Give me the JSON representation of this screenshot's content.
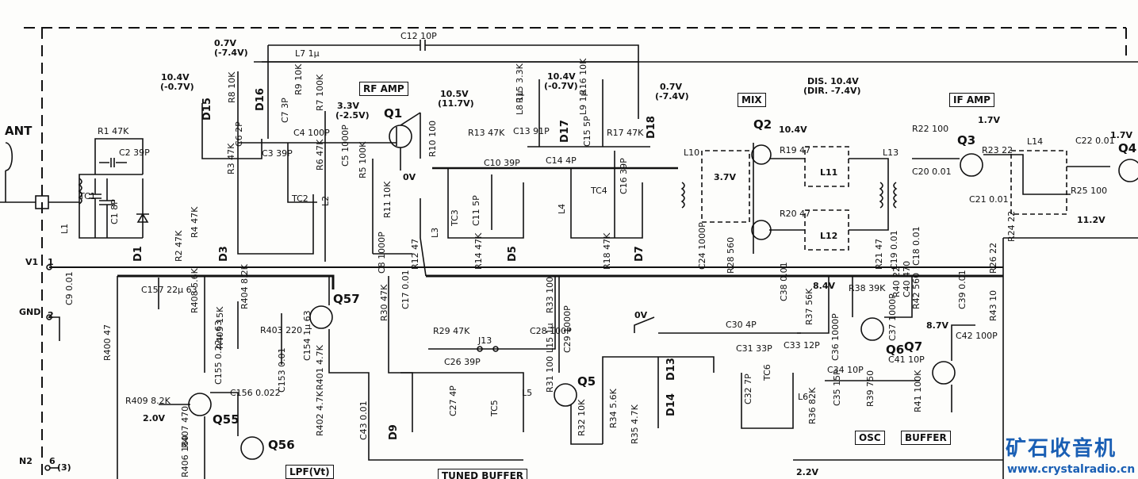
{
  "stage_labels": {
    "rf_amp": "RF AMP",
    "mix": "MIX",
    "if_amp": "IF AMP",
    "osc": "OSC",
    "buffer": "BUFFER",
    "lpf": "LPF(Vt)",
    "tuned_buffer": "TUNED BUFFER"
  },
  "ports": {
    "ant": "ANT",
    "v1": "V1",
    "v1_pin": "1",
    "gnd": "GND",
    "gnd_pin": "2",
    "n2": "N2",
    "n2_pin": "6",
    "n2_ref": "(3)"
  },
  "transistors": [
    "Q1",
    "Q2",
    "Q3",
    "Q4",
    "Q5",
    "Q6",
    "Q7",
    "Q55",
    "Q56",
    "Q57"
  ],
  "diodes": [
    "D1",
    "D3",
    "D5",
    "D7",
    "D9",
    "D13",
    "D14",
    "D15",
    "D16",
    "D17",
    "D18"
  ],
  "voltages": {
    "q1_drain": "10.5V",
    "q1_drain_dis": "(11.7V)",
    "q1_gate": "3.3V",
    "q1_gate_dis": "(-2.5V)",
    "d16_top": "0.7V",
    "d16_top_dis": "(-7.4V)",
    "d15_top": "10.4V",
    "d15_top_dis": "(-0.7V)",
    "d17_top": "10.4V",
    "d17_top_dis": "(-0.7V)",
    "d18_top": "0.7V",
    "d18_top_dis": "(-7.4V)",
    "dis_note": "DIS. 10.4V",
    "dir_note": "(DIR. -7.4V)",
    "q1_source": "0V",
    "mix_bias": "3.7V",
    "q2_v": "10.4V",
    "q3_v": "1.7V",
    "q4_v": "1.7V",
    "rail_11v": "11.2V",
    "q6_v": "8.4V",
    "q7_v": "8.7V",
    "osc_0v": "0V",
    "q55_v": "2.0V",
    "bottom_v": "2.2V"
  },
  "components": {
    "c12": "C12 10P",
    "l7": "L7 1μ",
    "r8": "R8 10K",
    "r9": "R9 10K",
    "r7": "R7 100K",
    "c6": "C6 2P",
    "c7": "C7 3P",
    "c4": "C4 100P",
    "r1": "R1 47K",
    "c2": "C2 39P",
    "tc1": "TC1",
    "c1": "C1 8P",
    "l1": "L1",
    "r2": "R2 47K",
    "r4": "R4 47K",
    "r3": "R3 47K",
    "c3": "C3 39P",
    "tc2": "TC2",
    "l2": "L2",
    "r6": "R6 47K",
    "c5": "C5 1000P",
    "r5": "R5 100K",
    "r11": "R11 10K",
    "r10": "R10 100",
    "r15": "R15 3.3K",
    "l8": "L8 1μ",
    "r16": "R16 10K",
    "l9": "L9 1μ",
    "r13": "R13 47K",
    "c13": "C13 91P",
    "c15": "C15 5P",
    "r17": "R17 47K",
    "c10": "C10 39P",
    "c14": "C14 4P",
    "c16": "C16 39P",
    "tc3": "TC3",
    "c11": "C11 5P",
    "tc4": "TC4",
    "l3": "L3",
    "l4": "L4",
    "r14": "R14 47K",
    "r18": "R18 47K",
    "c8": "C8 1000P",
    "r12": "R12 47",
    "l10": "L10",
    "r19": "R19 47",
    "l11": "L11",
    "r20": "R20 47",
    "l12": "L12",
    "c24": "C24 1000P",
    "r28": "R28 560",
    "r21": "R21 47",
    "c19": "C19 0.01",
    "c18": "C18 0.01",
    "l13": "L13",
    "r22": "R22 100",
    "c20": "C20 0.01",
    "r23": "R23 22",
    "c21": "C21 0.01",
    "l14": "L14",
    "c22": "C22 0.01",
    "r25": "R25 100",
    "r24": "R24 22",
    "r26": "R26 22",
    "r43": "R43 10",
    "c9": "C9 0.01",
    "c157": "C157 22μ 63",
    "r408": "R408 5.6K",
    "r404": "R404 8.2K",
    "r405": "R405 15K",
    "r403": "R403 220",
    "c154": "C154 1μ 63",
    "c155": "C155 0.22μ 63",
    "c156": "C156 0.022",
    "c153": "C153 0.01",
    "r401": "R401 4.7K",
    "r402": "R402 4.7K",
    "c43": "C43 0.01",
    "r409": "R409 8.2K",
    "r407": "R407 470",
    "r406": "R406 180",
    "r400": "R400 47",
    "r30": "R30 47K",
    "c17": "C17 0.01",
    "r33": "R33 100",
    "l15": "L15 1μ",
    "c29": "C29 1000P",
    "c28": "C28 100P",
    "r29": "R29 47K",
    "j13": "J13",
    "c26": "C26 39P",
    "c27": "C27 4P",
    "tc5": "TC5",
    "l5": "L5",
    "r31": "R31 100",
    "r32": "R32 10K",
    "r34": "R34 5.6K",
    "r35": "R35 4.7K",
    "c30": "C30 4P",
    "c31": "C31 33P",
    "c32": "C32 7P",
    "tc6": "TC6",
    "l6": "L6",
    "r36": "R36 82K",
    "c33": "C33 12P",
    "r37": "R37 56K",
    "c38": "C38 0.01",
    "r38": "R38 39K",
    "r40": "R40 22",
    "c40": "C40 470",
    "r42": "R42 560",
    "c39": "C39 0.01",
    "c36": "C36 1000P",
    "c37": "C37 1000P",
    "c34": "C34 10P",
    "c35": "C35 15P",
    "r39": "R39 750",
    "c41": "C41 10P",
    "r41": "R41 100K",
    "c42": "C42 100P"
  },
  "watermark": {
    "cn": "矿石收音机",
    "url": "www.crystalradio.cn",
    "color": "#1a5fb4"
  }
}
